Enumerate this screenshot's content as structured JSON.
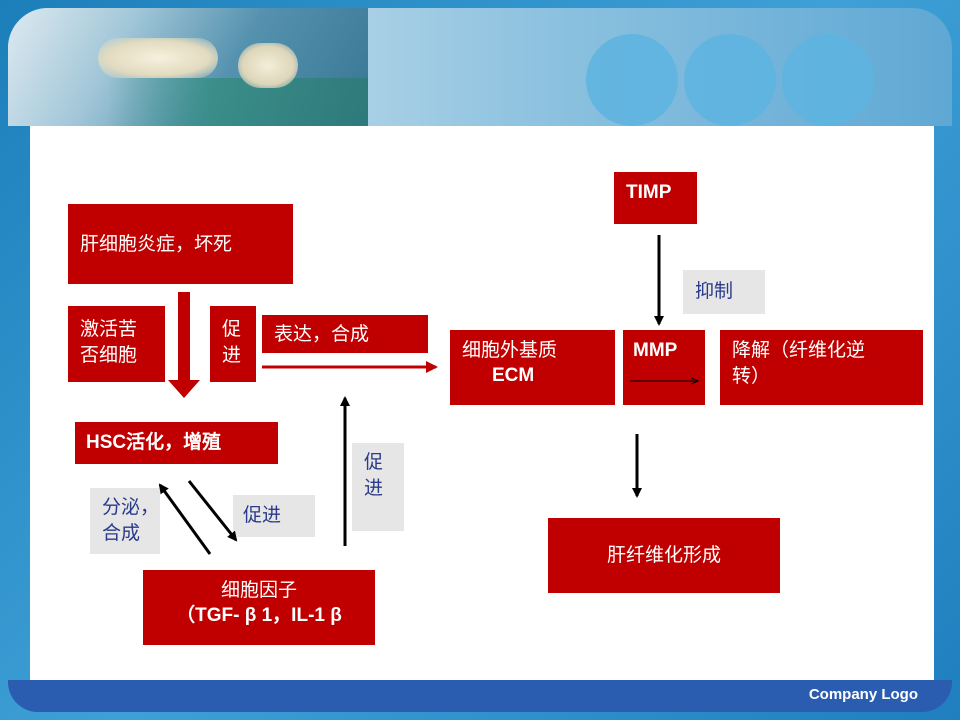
{
  "diagram": {
    "liver_inflammation": "肝细胞炎症，坏死",
    "activate_kupffer_line1": "激活苦",
    "activate_kupffer_line2": "否细胞",
    "promote_small_line1": "促",
    "promote_small_line2": "进",
    "express_synthesize": "表达，合成",
    "hsc_activation": "HSC活化，增殖",
    "secrete_line1": "分泌，",
    "secrete_line2": "合成",
    "promote_label": "促进",
    "promote_vertical_line1": "促",
    "promote_vertical_line2": "进",
    "cytokine_line1": "细胞因子",
    "cytokine_line2": "（TGF- β 1，IL-1 β",
    "ecm_line1": "细胞外基质",
    "ecm_line2": "ECM",
    "timp": "TIMP",
    "inhibit": "抑制",
    "mmp": "MMP",
    "degrade_line1": "降解（纤维化逆",
    "degrade_line2": "转）",
    "fibrosis": "肝纤维化形成"
  },
  "footer": {
    "logo": "Company Logo"
  },
  "colors": {
    "box_red": "#c00000",
    "label_gray": "#e6e6e6",
    "label_text": "#2b3a8a",
    "frame_blue": "#2a5cb0"
  }
}
